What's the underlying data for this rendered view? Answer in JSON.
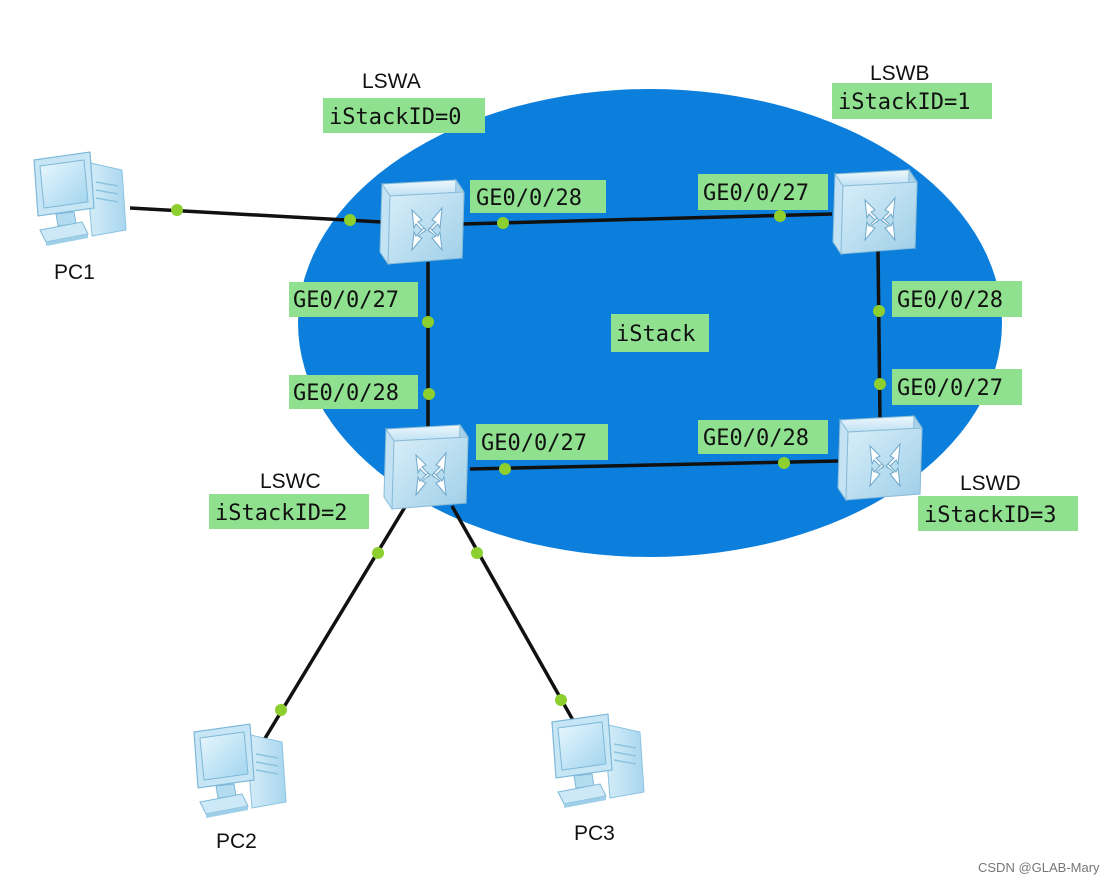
{
  "colors": {
    "stack_ellipse": "#0b7fdb",
    "label_background": "#8fe08f",
    "port_dot": "#8ccf2e",
    "link": "#111111",
    "switch_body": "#cfe9f7",
    "pc_body": "#bfe3f5"
  },
  "stack": {
    "label": "iStack"
  },
  "switches": [
    {
      "id": "lswa",
      "name": "LSWA",
      "stack_id": "iStackID=0"
    },
    {
      "id": "lswb",
      "name": "LSWB",
      "stack_id": "iStackID=1"
    },
    {
      "id": "lswc",
      "name": "LSWC",
      "stack_id": "iStackID=2"
    },
    {
      "id": "lswd",
      "name": "LSWD",
      "stack_id": "iStackID=3"
    }
  ],
  "pcs": [
    {
      "id": "pc1",
      "name": "PC1",
      "icon": "desktop-pc-icon"
    },
    {
      "id": "pc2",
      "name": "PC2",
      "icon": "desktop-pc-icon"
    },
    {
      "id": "pc3",
      "name": "PC3",
      "icon": "desktop-pc-icon"
    }
  ],
  "ports": {
    "a_b_a_side": "GE0/0/28",
    "a_b_b_side": "GE0/0/27",
    "b_d_b_side": "GE0/0/28",
    "b_d_d_side": "GE0/0/27",
    "a_c_a_side": "GE0/0/27",
    "a_c_c_side": "GE0/0/28",
    "c_d_c_side": "GE0/0/27",
    "c_d_d_side": "GE0/0/28"
  },
  "switch_icon": "layer3-switch-icon",
  "watermark": "CSDN @GLAB-Mary"
}
